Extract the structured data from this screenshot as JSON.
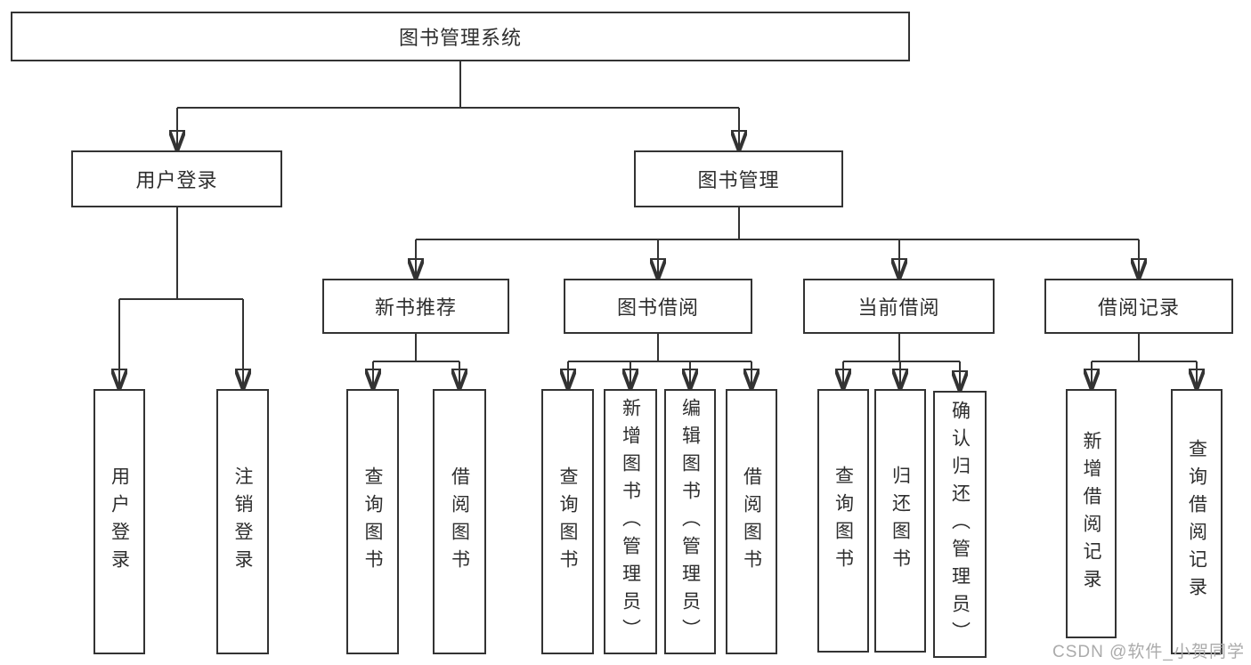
{
  "diagram": {
    "root": {
      "label": "图书管理系统"
    },
    "branches": [
      {
        "label": "用户登录",
        "leaves": [
          {
            "label": "用户登录"
          },
          {
            "label": "注销登录"
          }
        ]
      },
      {
        "label": "图书管理",
        "children": [
          {
            "label": "新书推荐",
            "leaves": [
              {
                "label": "查询图书"
              },
              {
                "label": "借阅图书"
              }
            ]
          },
          {
            "label": "图书借阅",
            "leaves": [
              {
                "label": "查询图书"
              },
              {
                "label": "新增图书（管理员）"
              },
              {
                "label": "编辑图书（管理员）"
              },
              {
                "label": "借阅图书"
              }
            ]
          },
          {
            "label": "当前借阅",
            "leaves": [
              {
                "label": "查询图书"
              },
              {
                "label": "归还图书"
              },
              {
                "label": "确认归还（管理员）"
              }
            ]
          },
          {
            "label": "借阅记录",
            "leaves": [
              {
                "label": "新增借阅记录"
              },
              {
                "label": "查询借阅记录"
              }
            ]
          }
        ]
      }
    ]
  },
  "style": {
    "line_color": "#333333",
    "box_border_color": "#333333",
    "box_fill": "#ffffff",
    "text_color": "#2e2e2e",
    "watermark_color": "#ababab",
    "background": "#ffffff"
  },
  "watermark": {
    "text": "CSDN @软件_小贺同学"
  }
}
